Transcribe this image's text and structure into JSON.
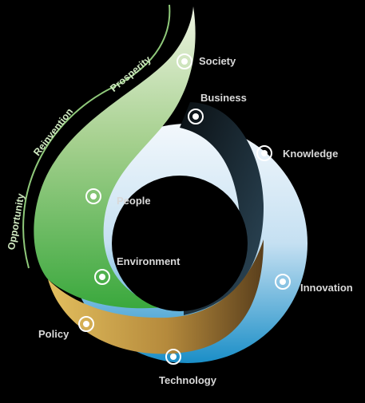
{
  "arc_labels": {
    "opportunity": "Opportunity",
    "reinvention": "Reinvention",
    "prosperity": "Prosperity"
  },
  "nodes": {
    "society": "Society",
    "business": "Business",
    "knowledge": "Knowledge",
    "people": "People",
    "environment": "Environment",
    "innovation": "Innovation",
    "policy": "Policy",
    "technology": "Technology"
  },
  "colors": {
    "background": "#000000",
    "leaf_green_light": "#e3eed0",
    "leaf_green_dark": "#3aa83d",
    "gold": "#c9a24a",
    "bronze": "#6a4b20",
    "ring_blue_light": "#eaf3fb",
    "ring_blue_dark": "#1d8fc6",
    "inner_dark": "#0f1a22",
    "label_text": "#d9d9d9"
  }
}
